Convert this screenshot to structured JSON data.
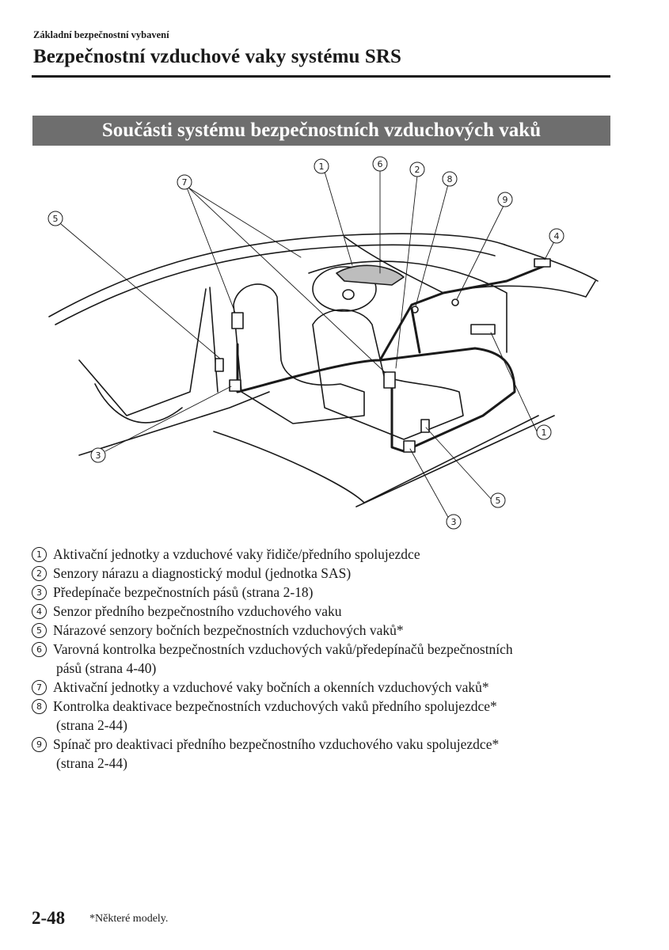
{
  "header": {
    "section": "Základní bezpečnostní vybavení",
    "title": "Bezpečnostní vzduchové vaky systému SRS"
  },
  "banner": "Součásti systému bezpečnostních vzduchových vaků",
  "diagram": {
    "callouts": [
      "①",
      "②",
      "③",
      "④",
      "⑤",
      "⑥",
      "⑦",
      "⑧",
      "⑨"
    ]
  },
  "legend": [
    {
      "num": "1",
      "text": "Aktivační jednotky a vzduchové vaky řidiče/předního spolujezdce",
      "cont": ""
    },
    {
      "num": "2",
      "text": "Senzory nárazu a diagnostický modul (jednotka SAS)",
      "cont": ""
    },
    {
      "num": "3",
      "text": "Předepínače bezpečnostních pásů (strana 2-18)",
      "cont": ""
    },
    {
      "num": "4",
      "text": "Senzor předního bezpečnostního vzduchového vaku",
      "cont": ""
    },
    {
      "num": "5",
      "text": "Nárazové senzory bočních bezpečnostních vzduchových vaků*",
      "cont": ""
    },
    {
      "num": "6",
      "text": "Varovná kontrolka bezpečnostních vzduchových vaků/předepínačů bezpečnostních",
      "cont": "pásů (strana 4-40)"
    },
    {
      "num": "7",
      "text": "Aktivační jednotky a vzduchové vaky bočních a okenních vzduchových vaků*",
      "cont": ""
    },
    {
      "num": "8",
      "text": "Kontrolka deaktivace bezpečnostních vzduchových vaků předního spolujezdce*",
      "cont": "(strana 2-44)"
    },
    {
      "num": "9",
      "text": "Spínač pro deaktivaci předního bezpečnostního vzduchového vaku spolujezdce*",
      "cont": "(strana 2-44)"
    }
  ],
  "footer": {
    "page_number": "2-48",
    "footnote": "*Některé modely."
  }
}
